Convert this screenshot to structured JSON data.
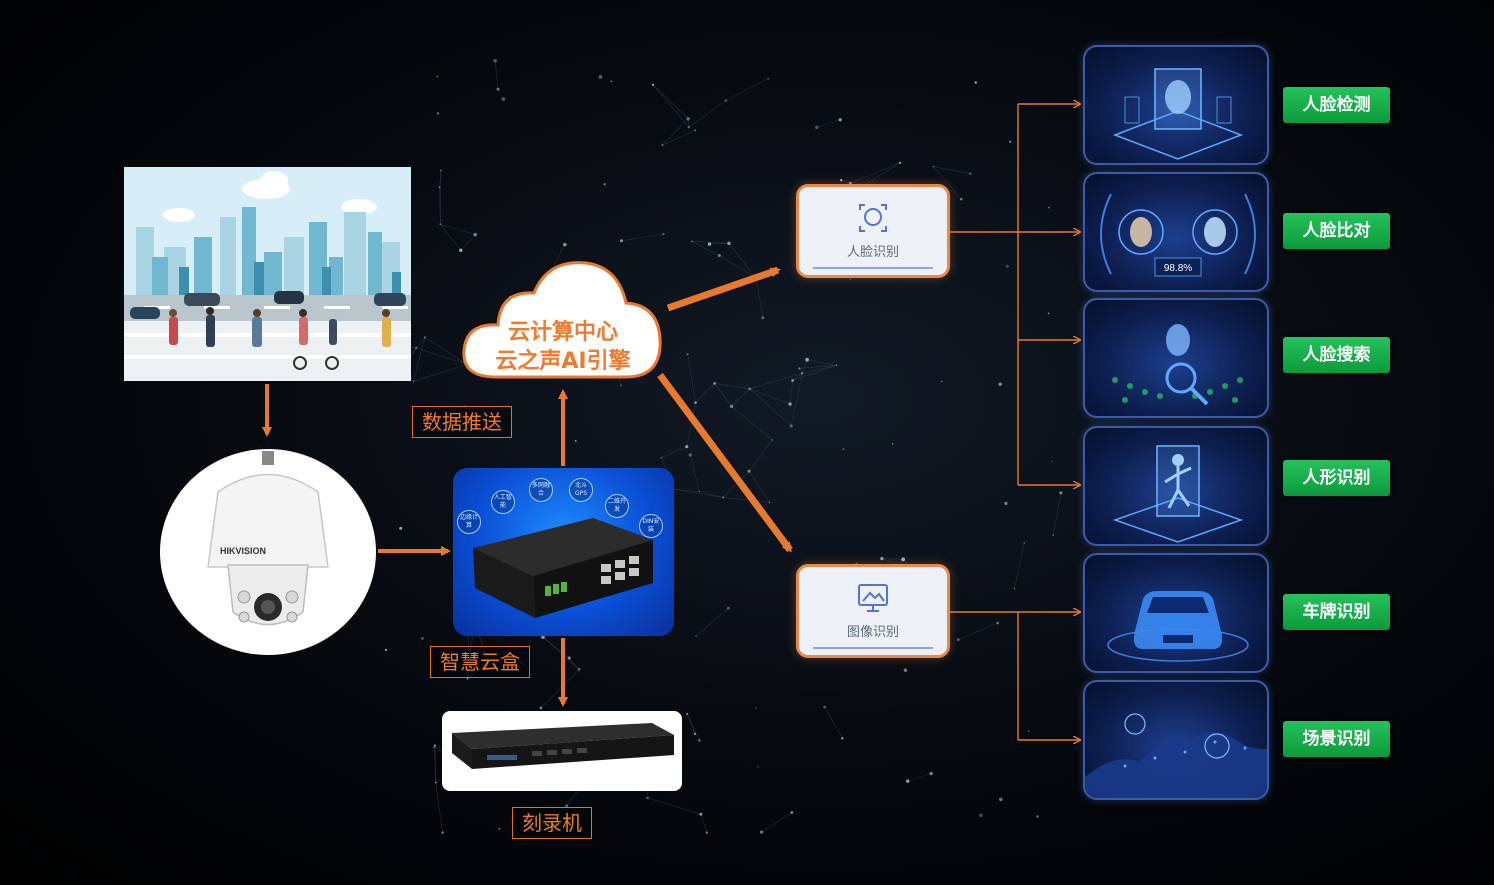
{
  "labels": {
    "data_push": "数据推送",
    "smart_box": "智慧云盒",
    "recorder": "刻录机"
  },
  "cloud": {
    "line1": "云计算中心",
    "line2": "云之声AI引擎"
  },
  "recognition": {
    "face": "人脸识别",
    "image": "图像识别"
  },
  "box_badges": [
    "边缘计算",
    "人工智能",
    "多网融合",
    "北斗GPS",
    "二维开发",
    "DIN安装"
  ],
  "camera_brand": "HIKVISION",
  "features": [
    {
      "label": "人脸检测"
    },
    {
      "label": "人脸比对",
      "score": "98.8%"
    },
    {
      "label": "人脸搜索"
    },
    {
      "label": "人形识别"
    },
    {
      "label": "车牌识别"
    },
    {
      "label": "场景识别"
    }
  ],
  "colors": {
    "accent_orange": "#e87a30",
    "button_green": "#17ad48",
    "tile_blue": "#1d3f8e"
  }
}
